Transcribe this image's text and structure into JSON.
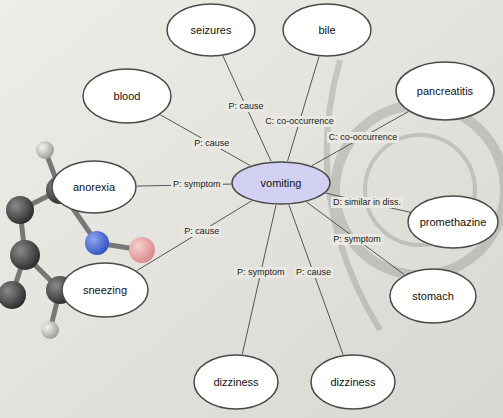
{
  "diagram": {
    "nodes": [
      {
        "text": [
          "seizures"
        ]
      },
      {
        "text": [
          "bile"
        ]
      },
      {
        "text": [
          "blood"
        ]
      },
      {
        "text": [
          "pancreatitis"
        ]
      },
      {
        "text": [
          "anorexia"
        ]
      },
      {
        "text": [
          "vomiting"
        ]
      },
      {
        "text": [
          "promethazine"
        ]
      },
      {
        "text": [
          "sneezing"
        ]
      },
      {
        "text": [
          "stomach"
        ]
      },
      {
        "text": [
          "dizziness"
        ]
      },
      {
        "text": [
          "dizziness"
        ]
      }
    ],
    "edges": [
      {
        "from": 0,
        "to": 5,
        "label": "P: cause",
        "arrow": "none"
      },
      {
        "from": 1,
        "to": 5,
        "label": "C: co-occurrence",
        "arrow": "none"
      },
      {
        "from": 2,
        "to": 5,
        "label": "P: cause",
        "arrow": "none"
      },
      {
        "from": 3,
        "to": 5,
        "label": "C: co-occurrence",
        "arrow": "none"
      },
      {
        "from": 4,
        "to": 5,
        "label": "P: symptom",
        "arrow": "none"
      },
      {
        "from": 6,
        "to": 5,
        "label": "D: similar in diss.",
        "arrow": "none"
      },
      {
        "from": 7,
        "to": 5,
        "label": "P: cause",
        "arrow": "none"
      },
      {
        "from": 8,
        "to": 5,
        "label": "P: symptom",
        "arrow": "none"
      },
      {
        "from": 9,
        "to": 5,
        "label": "P: symptom",
        "arrow": "none"
      },
      {
        "from": 10,
        "to": 5,
        "label": "P: cause",
        "arrow": "none"
      }
    ]
  }
}
